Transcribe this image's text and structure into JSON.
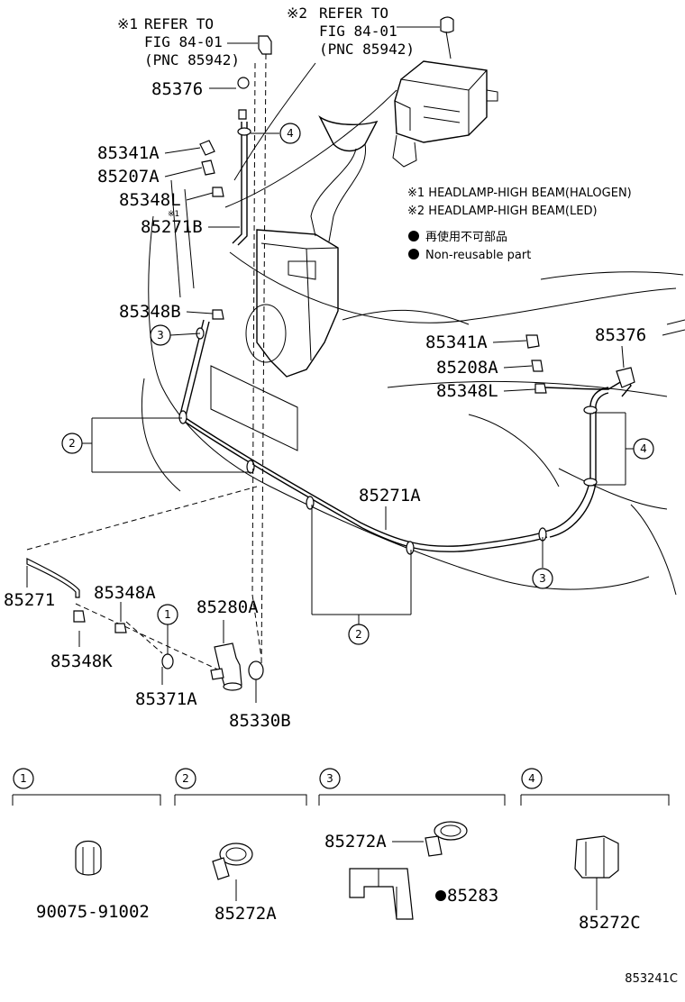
{
  "refs": {
    "ref1": {
      "mark": "※1",
      "line1": "REFER TO",
      "line2": "FIG 84-01",
      "line3": "(PNC 85942)"
    },
    "ref2": {
      "mark": "※2",
      "line1": "REFER TO",
      "line2": "FIG 84-01",
      "line3": "(PNC 85942)"
    }
  },
  "notes": {
    "note1": "※1 HEADLAMP-HIGH BEAM(HALOGEN)",
    "note2": "※2 HEADLAMP-HIGH BEAM(LED)",
    "nonreusable_jp": "再使用不可部品",
    "nonreusable_en": "Non-reusable part"
  },
  "labels": {
    "p85376_left": "85376",
    "p85341A_left": "85341A",
    "p85207A": "85207A",
    "p85348L_left": "85348L",
    "p85348L_left_mark": "※1",
    "p85271B": "85271B",
    "p85348B": "85348B",
    "p85341A_right": "85341A",
    "p85208A": "85208A",
    "p85348L_right": "85348L",
    "p85376_right": "85376",
    "p85271A": "85271A",
    "p85271": "85271",
    "p85348A": "85348A",
    "p85348K": "85348K",
    "p85280A": "85280A",
    "p85371A": "85371A",
    "p85330B": "85330B"
  },
  "callouts": {
    "c1": "1",
    "c2": "2",
    "c3": "3",
    "c4": "4"
  },
  "legend": {
    "g1": {
      "num": "1",
      "part": "90075-91002"
    },
    "g2": {
      "num": "2",
      "part": "85272A"
    },
    "g3": {
      "num": "3",
      "part_a": "85272A",
      "part_b": "85283"
    },
    "g4": {
      "num": "4",
      "part": "85272C"
    }
  },
  "figure_code": "853241C"
}
